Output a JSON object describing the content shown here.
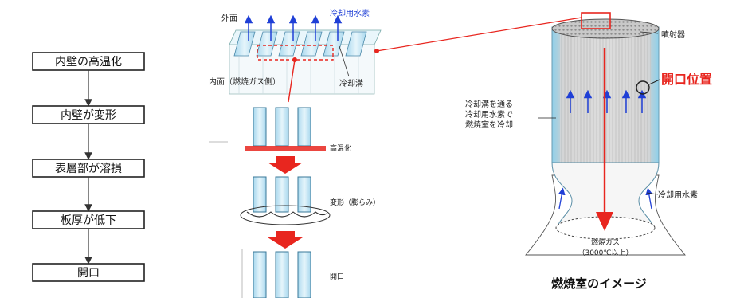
{
  "flowchart": {
    "steps": [
      "内壁の高温化",
      "内壁が変形",
      "表層部が溶損",
      "板厚が低下",
      "開口"
    ]
  },
  "top_detail": {
    "outer_surface": "外面",
    "coolant": "冷却用水素",
    "inner_surface": "内面（燃焼ガス側）",
    "cooling_channel": "冷却溝"
  },
  "stages": {
    "heating": "高温化",
    "deformation": "変形（膨らみ）",
    "opening": "開口"
  },
  "chamber": {
    "injector": "噴射器",
    "opening_position": "開口位置",
    "cooling_note": [
      "冷却溝を通る",
      "冷却用水素で",
      "燃焼室を冷却"
    ],
    "coolant": "冷却用水素",
    "gas": "燃焼ガス",
    "gas_temp": "（3000℃以上）",
    "caption": "燃焼室のイメージ"
  },
  "colors": {
    "accent_red": "#e8261f",
    "coolant_blue": "#1f3fd6",
    "channel_blue": "#bfe3f3"
  }
}
